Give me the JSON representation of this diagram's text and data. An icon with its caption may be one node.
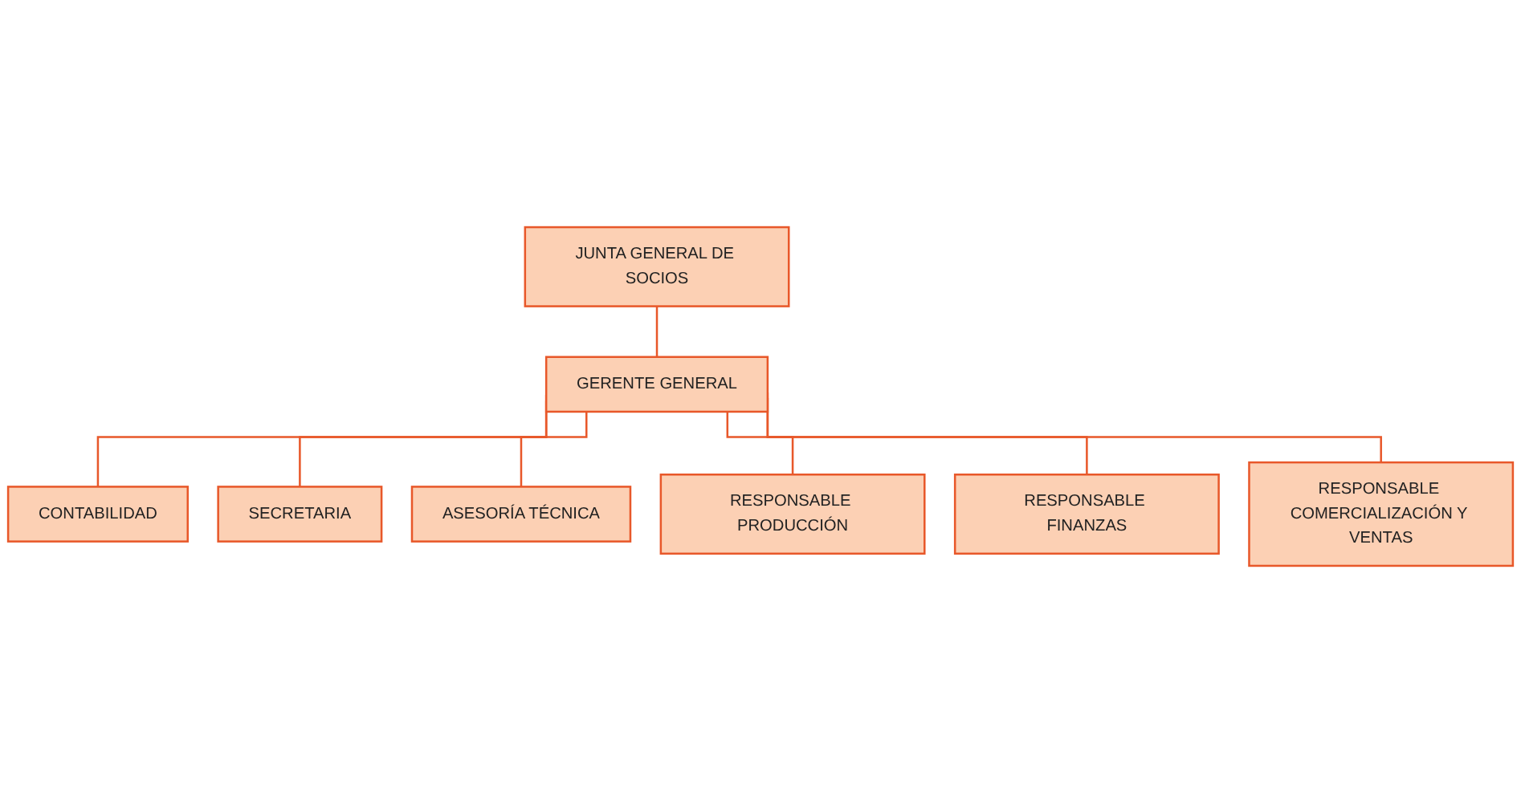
{
  "diagram": {
    "nodes": [
      {
        "text": [
          "JUNTA GENERAL DE SOCIOS"
        ]
      },
      {
        "text": [
          "GERENTE GENERAL"
        ]
      },
      {
        "text": [
          "CONTABILIDAD"
        ]
      },
      {
        "text": [
          "SECRETARIA"
        ]
      },
      {
        "text": [
          "ASESORÍA TÉCNICA"
        ]
      },
      {
        "text": [
          "RESPONSABLE PRODUCCIÓN"
        ]
      },
      {
        "text": [
          "RESPONSABLE FINANZAS"
        ]
      },
      {
        "text": [
          "RESPONSABLE COMERCIALIZACIÓN Y VENTAS"
        ]
      }
    ],
    "edges": [
      {
        "from": 0,
        "to": 1,
        "arrow": "none"
      },
      {
        "from": 1,
        "to": 2,
        "arrow": "none"
      },
      {
        "from": 1,
        "to": 3,
        "arrow": "none"
      },
      {
        "from": 1,
        "to": 4,
        "arrow": "none"
      },
      {
        "from": 1,
        "to": 5,
        "arrow": "none"
      },
      {
        "from": 1,
        "to": 6,
        "arrow": "none"
      },
      {
        "from": 1,
        "to": 7,
        "arrow": "none"
      }
    ]
  }
}
